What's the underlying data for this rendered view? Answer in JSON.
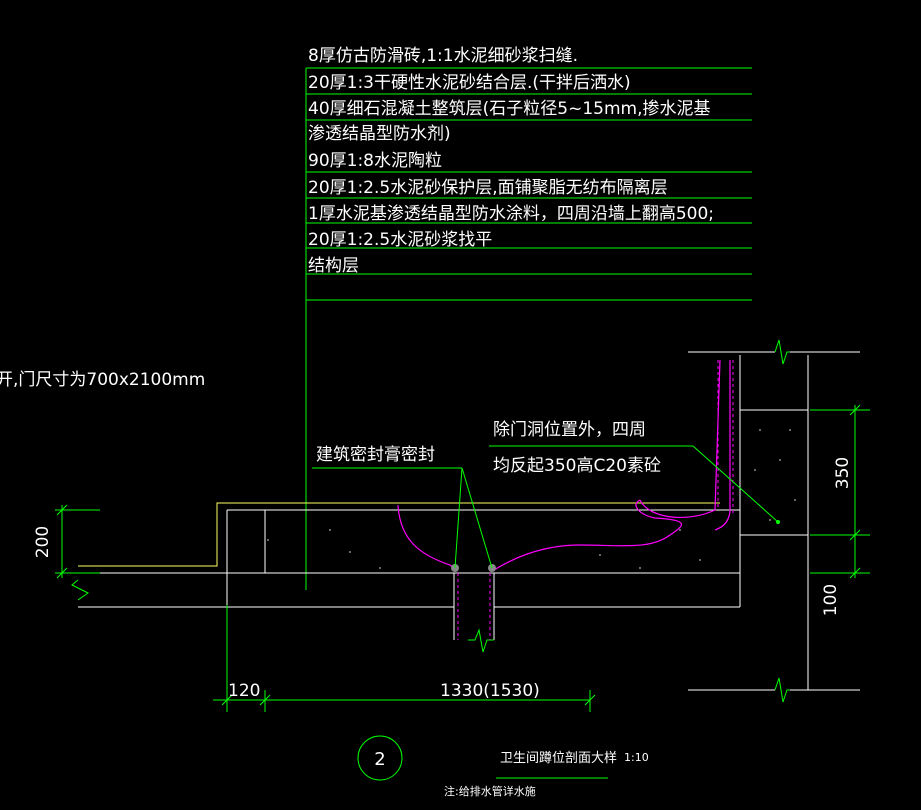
{
  "layers": [
    "8厚仿古防滑砖,1:1水泥细砂浆扫缝.",
    "20厚1:3干硬性水泥砂结合层.(干拌后洒水)",
    "40厚细石混凝土整筑层(石子粒径5~15mm,掺水泥基",
    "渗透结晶型防水剂)",
    "90厚1:8水泥陶粒",
    "20厚1:2.5水泥砂保护层,面铺聚脂无纺布隔离层",
    "1厚水泥基渗透结晶型防水涂料，四周沿墙上翻高500;",
    "20厚1:2.5水泥砂浆找平",
    "结构层"
  ],
  "door_note": "开,门尺寸为700x2100mm",
  "seal_note": "建筑密封膏密封",
  "curb_note": [
    "除门洞位置外，四周",
    "均反起350高C20素砼"
  ],
  "dims": {
    "left_height": "200",
    "right_top": "350",
    "right_bottom": "100",
    "bottom_left": "120",
    "bottom_main": "1330(1530)"
  },
  "detail_number": "2",
  "detail_title": "卫生间蹲位剖面大样",
  "detail_scale": "1:10",
  "footnote": "注:给排水管详水施",
  "colors": {
    "line_green": "#00ff00",
    "line_white": "#ffffff",
    "line_yellow": "#ffff66",
    "line_magenta": "#ff00ff"
  }
}
